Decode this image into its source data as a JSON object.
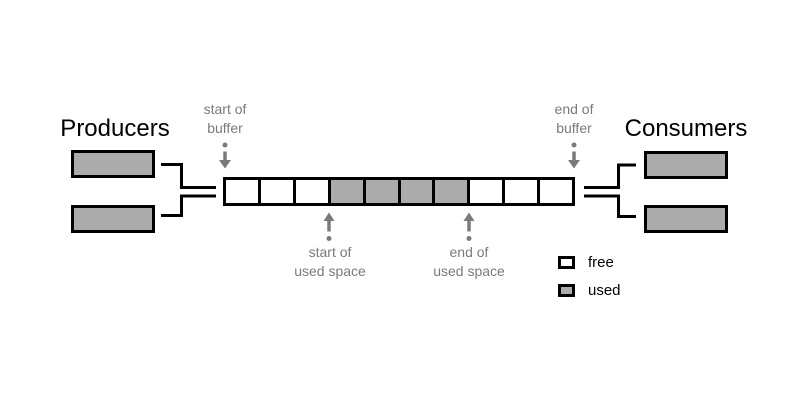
{
  "colors": {
    "used_fill": "#ababab",
    "free_fill": "#ffffff",
    "outline": "#000000",
    "annotation": "#7a7a7a"
  },
  "producers": {
    "label": "Producers"
  },
  "consumers": {
    "label": "Consumers"
  },
  "buffer": {
    "cells": [
      "free",
      "free",
      "free",
      "used",
      "used",
      "used",
      "used",
      "free",
      "free",
      "free"
    ]
  },
  "annotations": {
    "start_of_buffer": {
      "line1": "start of",
      "line2": "buffer"
    },
    "end_of_buffer": {
      "line1": "end of",
      "line2": "buffer"
    },
    "start_of_used_space": {
      "line1": "start of",
      "line2": "used space"
    },
    "end_of_used_space": {
      "line1": "end of",
      "line2": "used space"
    }
  },
  "legend": {
    "free_label": "free",
    "used_label": "used"
  }
}
